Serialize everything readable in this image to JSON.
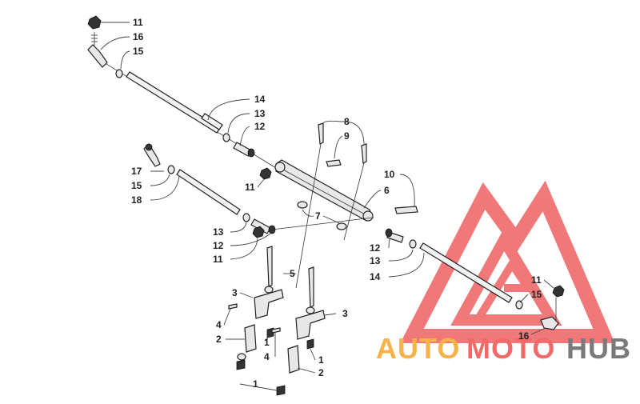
{
  "colors": {
    "watermark_red": "#f06a6a",
    "watermark_orange": "#f7b24a",
    "watermark_gray": "#7a7a7a"
  },
  "watermark": {
    "word1": "AUTO",
    "word2": "MOTO",
    "word3": "HUB"
  },
  "callouts": {
    "c11a": "11",
    "c16a": "16",
    "c15a": "15",
    "c14a": "14",
    "c13a": "13",
    "c12a": "12",
    "c8": "8",
    "c9": "9",
    "c17": "17",
    "c15b": "15",
    "c18": "18",
    "c11b": "11",
    "c10": "10",
    "c6": "6",
    "c7": "7",
    "c13b": "13",
    "c12b": "12",
    "c11c": "11",
    "c12c": "12",
    "c13c": "13",
    "c14b": "14",
    "c5": "5",
    "c11d": "11",
    "c15c": "15",
    "c3a": "3",
    "c3b": "3",
    "c4a": "4",
    "c2a": "2",
    "c1a": "1",
    "c4b": "4",
    "c1b": "1",
    "c2b": "2",
    "c16b": "16",
    "c1c": "1"
  }
}
